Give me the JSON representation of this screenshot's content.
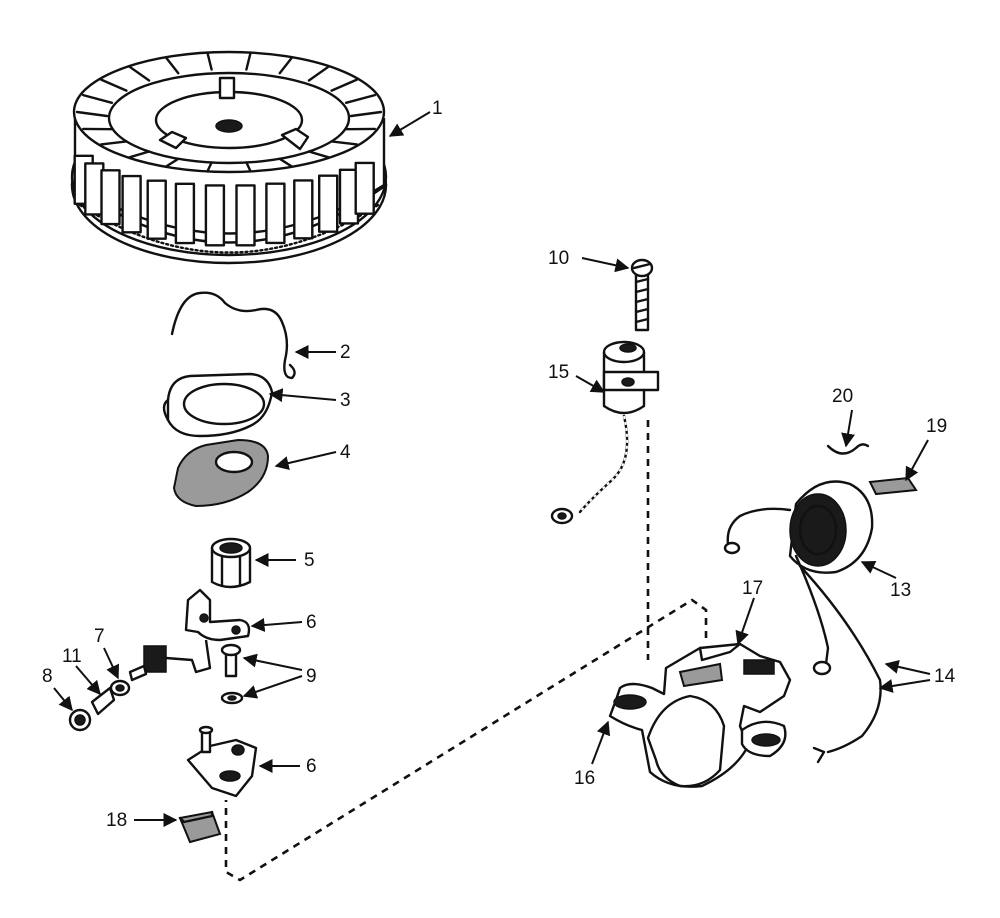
{
  "diagram": {
    "callouts": [
      {
        "id": "1",
        "text": "1"
      },
      {
        "id": "2",
        "text": "2"
      },
      {
        "id": "3",
        "text": "3"
      },
      {
        "id": "4",
        "text": "4"
      },
      {
        "id": "5",
        "text": "5"
      },
      {
        "id": "6a",
        "text": "6"
      },
      {
        "id": "6b",
        "text": "6"
      },
      {
        "id": "7",
        "text": "7"
      },
      {
        "id": "8",
        "text": "8"
      },
      {
        "id": "9",
        "text": "9"
      },
      {
        "id": "10",
        "text": "10"
      },
      {
        "id": "11",
        "text": "11"
      },
      {
        "id": "13",
        "text": "13"
      },
      {
        "id": "14",
        "text": "14"
      },
      {
        "id": "15",
        "text": "15"
      },
      {
        "id": "16",
        "text": "16"
      },
      {
        "id": "17",
        "text": "17"
      },
      {
        "id": "18",
        "text": "18"
      },
      {
        "id": "19",
        "text": "19"
      },
      {
        "id": "20",
        "text": "20"
      }
    ]
  }
}
